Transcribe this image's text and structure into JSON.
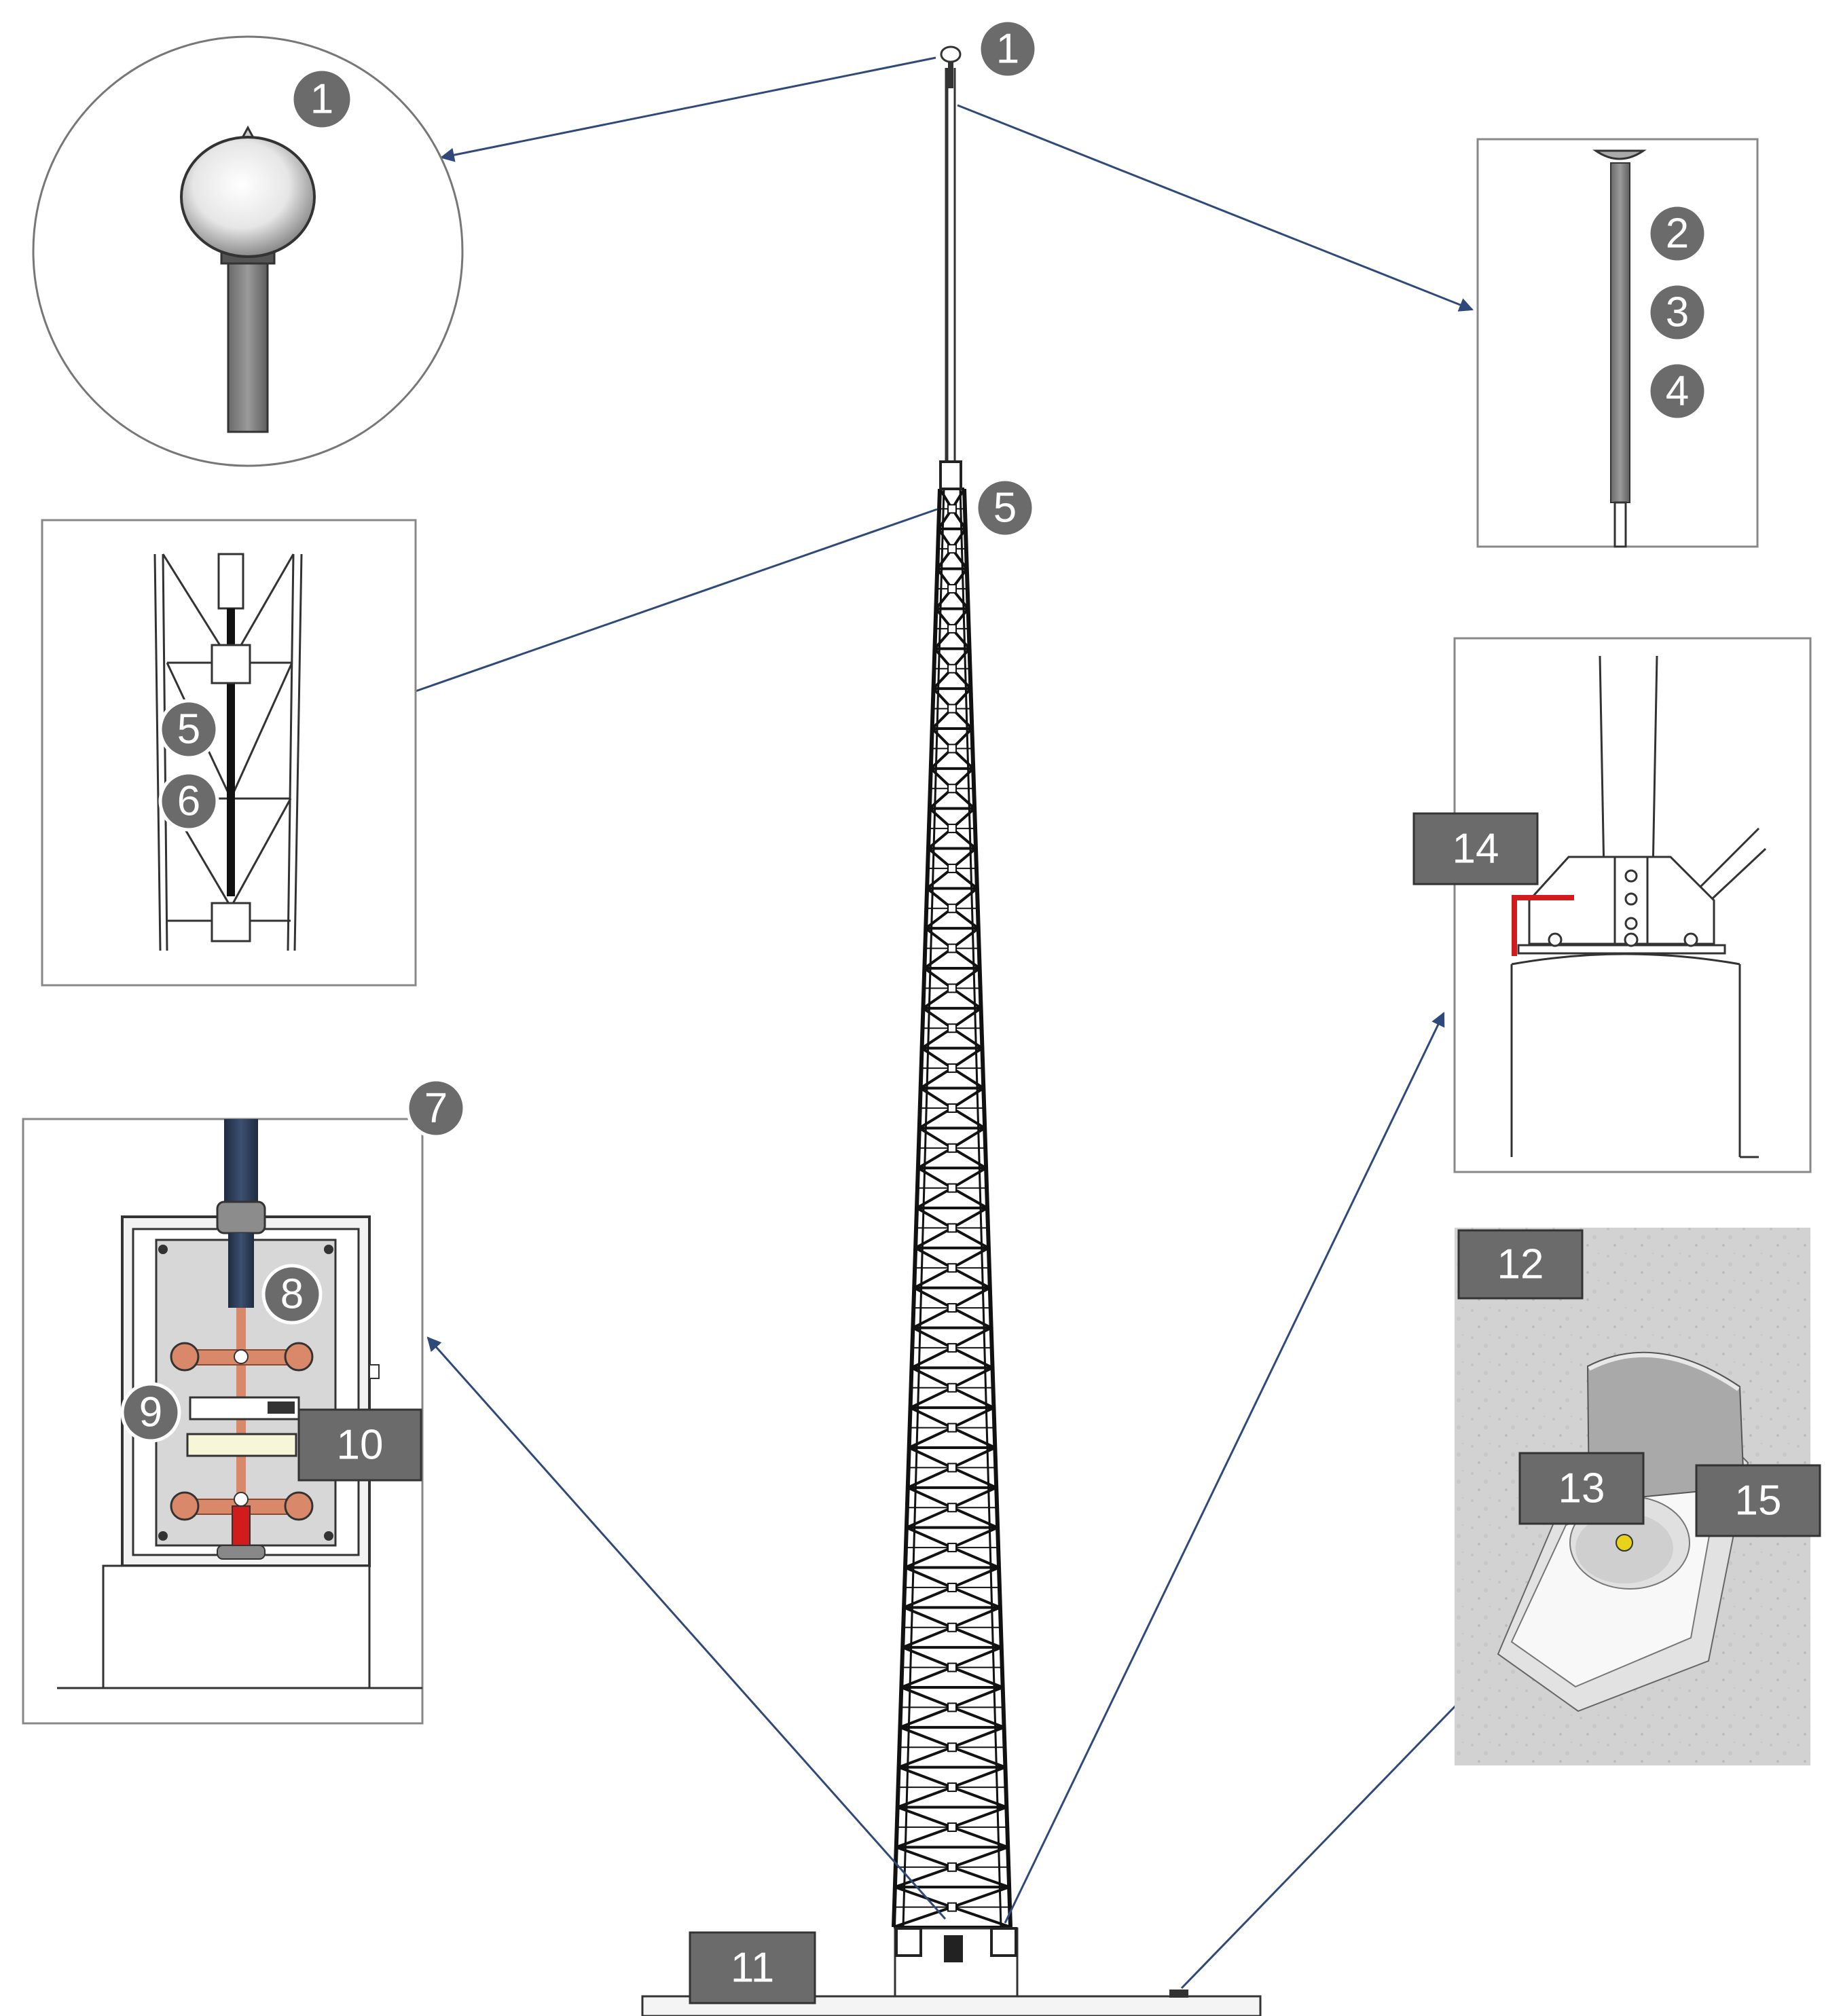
{
  "callouts": {
    "c1_top": "1",
    "c1_inset": "1",
    "c2": "2",
    "c3": "3",
    "c4": "4",
    "c5_top": "5",
    "c5_inset": "5",
    "c6": "6",
    "c7": "7",
    "c8": "8",
    "c9": "9",
    "c10": "10",
    "c11": "11",
    "c12": "12",
    "c13": "13",
    "c14": "14",
    "c15": "15"
  },
  "colors": {
    "arrow": "#2f4a7a",
    "callout_fill": "#6b6b6b",
    "line": "#333333",
    "copper": "#d9896a",
    "red": "#d01c1c",
    "cable": "#2b3a52",
    "concrete": "#d4d4d4"
  },
  "icons": {
    "lightning_rod": "air-terminal-icon",
    "tower": "lattice-tower-icon"
  }
}
